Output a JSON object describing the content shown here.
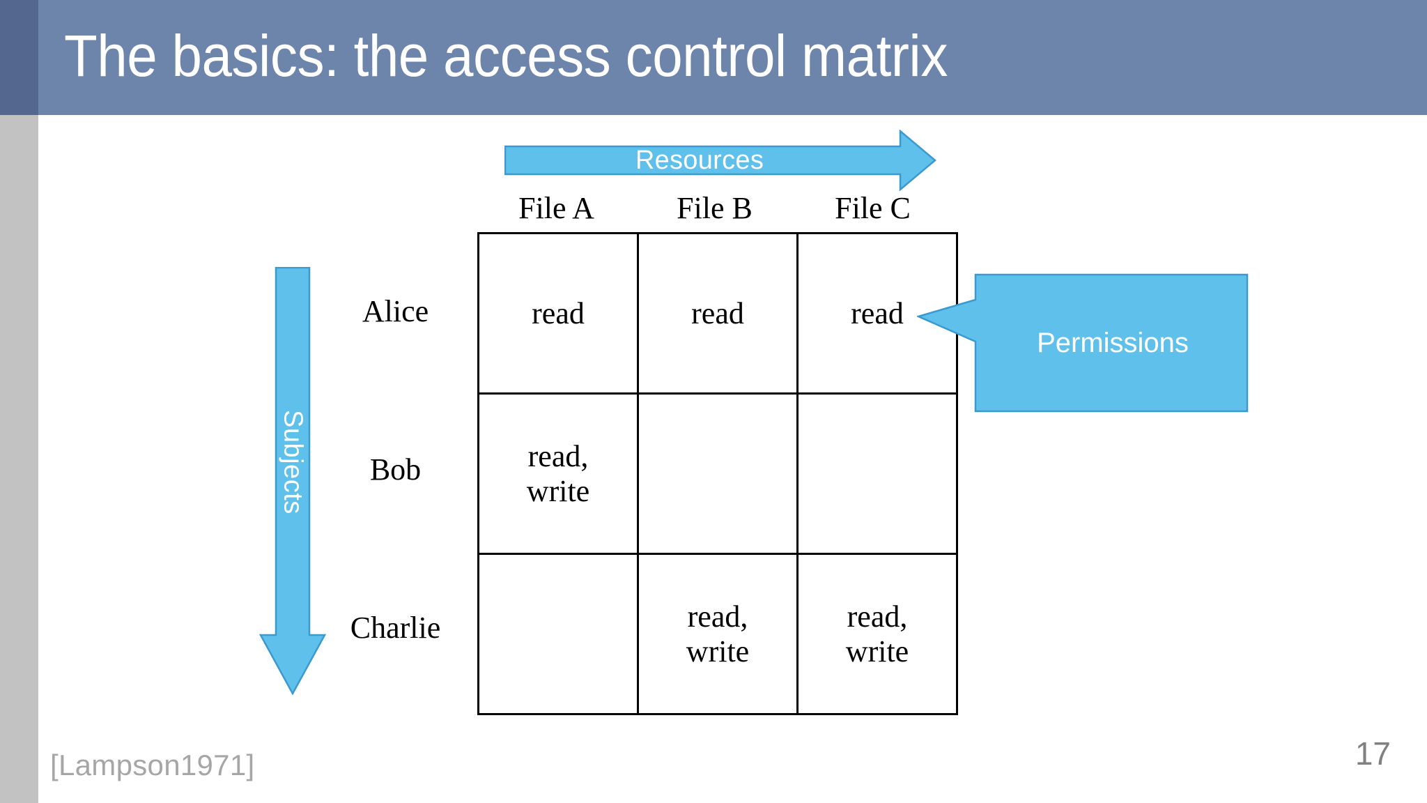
{
  "slide": {
    "title": "The basics: the access control matrix",
    "page_number": "17",
    "citation": "[Lampson1971]",
    "colors": {
      "header_band": "#6d84ab",
      "header_accent": "#54688f",
      "left_rail": "#c2c2c2",
      "arrow_fill": "#5fc0ec",
      "arrow_stroke": "#3a9ad0",
      "title_text": "#ffffff",
      "body_text": "#000000",
      "footer_text": "#a6a6a6",
      "page_number_text": "#808080"
    }
  },
  "annotations": {
    "resources_arrow": {
      "label": "Resources",
      "direction": "right",
      "icon": "arrow-right-icon"
    },
    "subjects_arrow": {
      "label": "Subjects",
      "direction": "down",
      "icon": "arrow-down-icon"
    },
    "permissions_callout": {
      "label": "Permissions",
      "points_to": "File C / Alice cell",
      "icon": "callout-left-icon"
    }
  },
  "matrix": {
    "column_headers": [
      "File A",
      "File B",
      "File C"
    ],
    "row_headers": [
      "Alice",
      "Bob",
      "Charlie"
    ],
    "rows": [
      {
        "subject": "Alice",
        "cells": [
          "read",
          "read",
          "read"
        ]
      },
      {
        "subject": "Bob",
        "cells": [
          "read,\nwrite",
          "",
          ""
        ]
      },
      {
        "subject": "Charlie",
        "cells": [
          "",
          "read,\nwrite",
          "read,\nwrite"
        ]
      }
    ]
  }
}
